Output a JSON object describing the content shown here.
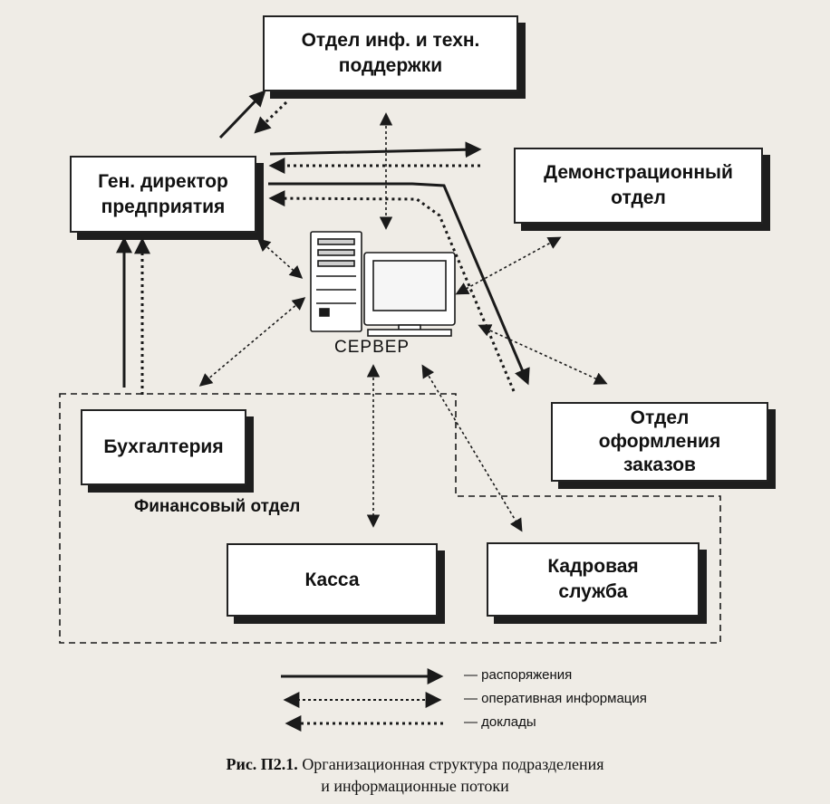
{
  "boxes": {
    "it_support": "Отдел инф. и техн.\nподдержки",
    "director": "Ген. директор\nпредприятия",
    "demo": "Демонстрационный\nотдел",
    "orders": "Отдел\nоформления\nзаказов",
    "accounting": "Бухгалтерия",
    "cash": "Касса",
    "hr": "Кадровая\nслужба"
  },
  "finance_group_label": "Финансовый отдел",
  "server_label": "СЕРВЕР",
  "legend": [
    {
      "style": "solid",
      "text": "— распоряжения"
    },
    {
      "style": "dotted-double",
      "text": "— оперативная информация"
    },
    {
      "style": "dotted",
      "text": "— доклады"
    }
  ],
  "caption": {
    "fig": "Рис. П2.1.",
    "line1": " Организационная структура подразделения",
    "line2": "и информационные потоки"
  },
  "colors": {
    "ink": "#1a1a1a",
    "paper": "#efece6",
    "box": "#ffffff"
  }
}
